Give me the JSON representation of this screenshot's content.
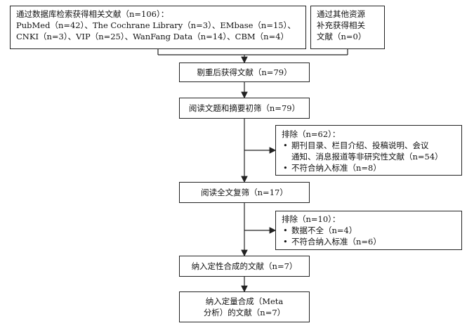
{
  "boxes": {
    "database": {
      "lines": [
        "通过数据库检索获得相关文献（n=106）：",
        "PubMed（n=42）、The Cochrane Library（n=3）、EMbase（n=15）、",
        "CNKI（n=3）、VIP（n=25）、WanFang Data（n=14）、CBM（n=4）"
      ]
    },
    "other_sources": {
      "lines": [
        "通过其他资源",
        "补充获得相关",
        "文献（n=0）"
      ]
    },
    "dedup": {
      "text": "剔重后获得文献（n=79）"
    },
    "title_abstract": {
      "text": "阅读文题和摘要初筛（n=79）"
    },
    "exclude1": {
      "heading": "排除（n=62）：",
      "bullets": [
        {
          "marker": "•",
          "lines": [
            "期刊目录、栏目介绍、投稿说明、会议",
            "通知、消息报道等非研究性文献（n=54）"
          ]
        },
        {
          "marker": "•",
          "lines": [
            "不符合纳入标准（n=8）"
          ]
        }
      ]
    },
    "fulltext": {
      "text": "阅读全文复筛（n=17）"
    },
    "exclude2": {
      "heading": "排除（n=10）：",
      "bullets": [
        {
          "marker": "•",
          "lines": [
            "数据不全（n=4）"
          ]
        },
        {
          "marker": "•",
          "lines": [
            "不符合纳入标准（n=6）"
          ]
        }
      ]
    },
    "qualitative": {
      "text": "纳入定性合成的文献（n=7）"
    },
    "meta": {
      "lines": [
        "纳入定量合成（Meta",
        "分析）的文献（n=7）"
      ]
    }
  }
}
